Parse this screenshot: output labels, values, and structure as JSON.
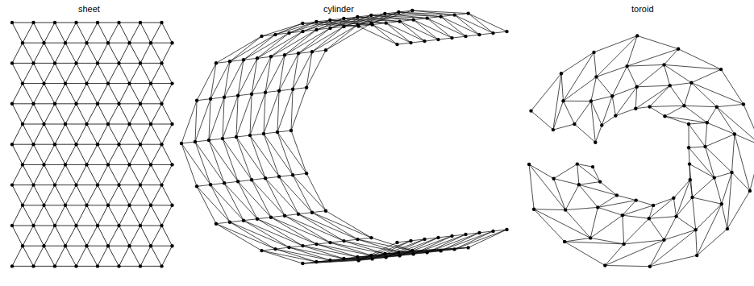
{
  "diagram": {
    "labels": [
      "sheet",
      "cylinder",
      "toroid"
    ]
  }
}
